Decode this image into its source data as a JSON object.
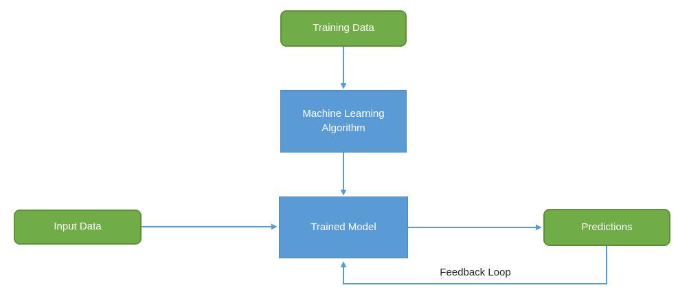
{
  "diagram": {
    "nodes": [
      {
        "id": "training-data",
        "label": "Training Data",
        "shape": "rounded-rectangle",
        "color": "green"
      },
      {
        "id": "machine-learning-algorithm",
        "label": "Machine Learning Algorithm",
        "shape": "rectangle",
        "color": "blue"
      },
      {
        "id": "trained-model",
        "label": "Trained Model",
        "shape": "rectangle",
        "color": "blue"
      },
      {
        "id": "input-data",
        "label": "Input Data",
        "shape": "rounded-rectangle",
        "color": "green"
      },
      {
        "id": "predictions",
        "label": "Predictions",
        "shape": "rounded-rectangle",
        "color": "green"
      }
    ],
    "edges": [
      {
        "from": "training-data",
        "to": "machine-learning-algorithm"
      },
      {
        "from": "machine-learning-algorithm",
        "to": "trained-model"
      },
      {
        "from": "input-data",
        "to": "trained-model"
      },
      {
        "from": "trained-model",
        "to": "predictions"
      },
      {
        "from": "predictions",
        "to": "trained-model",
        "label": "Feedback Loop"
      }
    ],
    "colors": {
      "background": "#ffffff",
      "green_fill": "#70ad47",
      "green_border": "#5d9038",
      "blue_fill": "#5b9bd5",
      "blue_border": "#4e86bf",
      "connector": "#5b9bd5",
      "node_text": "#ffffff",
      "edge_label_text": "#262626"
    }
  }
}
